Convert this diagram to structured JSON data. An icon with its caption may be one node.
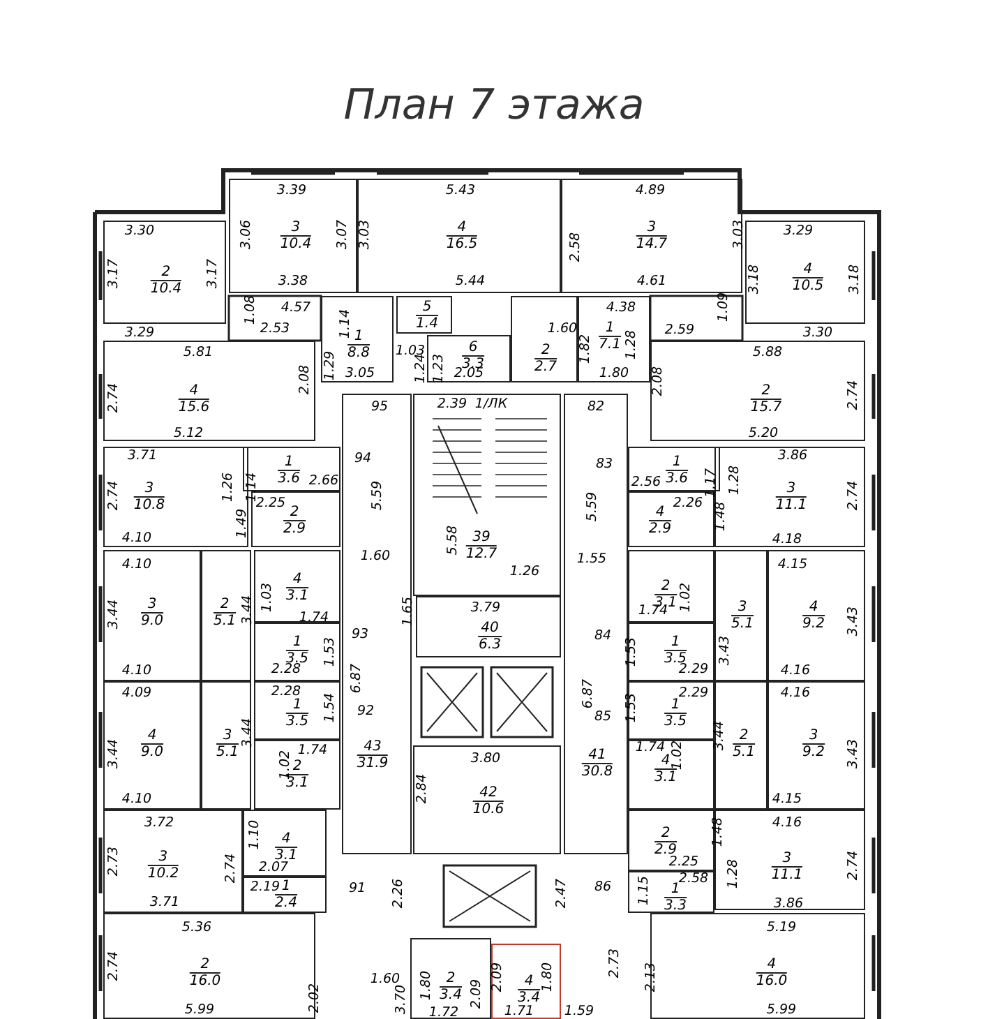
{
  "diagram": {
    "title": "План 7 этажа",
    "nodes": [
      {
        "text": [
          "2",
          "10.4"
        ]
      },
      {
        "text": [
          "3",
          "10.4"
        ]
      },
      {
        "text": [
          "4",
          "16.5"
        ]
      },
      {
        "text": [
          "1",
          "8.8"
        ]
      },
      {
        "text": [
          "5",
          "1.4"
        ]
      },
      {
        "text": [
          "6",
          "3.3"
        ]
      },
      {
        "text": [
          "4",
          "15.6"
        ]
      },
      {
        "text": [
          "3",
          "14.7"
        ]
      },
      {
        "text": [
          "4",
          "10.5"
        ]
      },
      {
        "text": [
          "1",
          "7.1"
        ]
      },
      {
        "text": [
          "2",
          "2.7"
        ]
      },
      {
        "text": [
          "2",
          "15.7"
        ]
      },
      {
        "text": [
          "3",
          "10.8"
        ]
      },
      {
        "text": [
          "1",
          "3.6"
        ]
      },
      {
        "text": [
          "2",
          "2.9"
        ]
      },
      {
        "text": [
          "3",
          "9.0"
        ]
      },
      {
        "text": [
          "2",
          "5.1"
        ]
      },
      {
        "text": [
          "4",
          "3.1"
        ]
      },
      {
        "text": [
          "1",
          "3.5"
        ]
      },
      {
        "text": [
          "4",
          "9.0"
        ]
      },
      {
        "text": [
          "3",
          "5.1"
        ]
      },
      {
        "text": [
          "1",
          "3.5"
        ]
      },
      {
        "text": [
          "2",
          "3.1"
        ]
      },
      {
        "text": [
          "43",
          "31.9"
        ]
      },
      {
        "text": [
          "3",
          "10.2"
        ]
      },
      {
        "text": [
          "4",
          "3.1"
        ]
      },
      {
        "text": [
          "1",
          "2.4"
        ]
      },
      {
        "text": [
          "2",
          "16.0"
        ]
      },
      {
        "text": [
          "39",
          "12.7"
        ]
      },
      {
        "text": [
          "40",
          "6.3"
        ]
      },
      {
        "text": [
          "42",
          "10.6"
        ]
      },
      {
        "text": [
          "2",
          "3.4"
        ]
      },
      {
        "text": [
          "4",
          "3.4"
        ]
      },
      {
        "text": [
          "41",
          "30.8"
        ]
      },
      {
        "text": [
          "1",
          "3.6"
        ]
      },
      {
        "text": [
          "4",
          "2.9"
        ]
      },
      {
        "text": [
          "3",
          "11.1"
        ]
      },
      {
        "text": [
          "2",
          "3.1"
        ]
      },
      {
        "text": [
          "3",
          "5.1"
        ]
      },
      {
        "text": [
          "4",
          "9.2"
        ]
      },
      {
        "text": [
          "1",
          "3.5"
        ]
      },
      {
        "text": [
          "1",
          "3.5"
        ]
      },
      {
        "text": [
          "4",
          "3.1"
        ]
      },
      {
        "text": [
          "2",
          "5.1"
        ]
      },
      {
        "text": [
          "3",
          "9.2"
        ]
      },
      {
        "text": [
          "2",
          "2.9"
        ]
      },
      {
        "text": [
          "3",
          "11.1"
        ]
      },
      {
        "text": [
          "1",
          "3.3"
        ]
      },
      {
        "text": [
          "4",
          "16.0"
        ]
      }
    ],
    "labels": [
      "3.39",
      "5.43",
      "4.89",
      "3.30",
      "3.06",
      "3.07",
      "3.03",
      "2.58",
      "3.03",
      "3.29",
      "3.17",
      "3.17",
      "3.38",
      "5.44",
      "4.61",
      "3.18",
      "3.18",
      "4.57",
      "1.08",
      "4.38",
      "1.09",
      "3.29",
      "2.53",
      "1.14",
      "1.03",
      "1.60",
      "1.82",
      "1.28",
      "2.59",
      "3.30",
      "1.29",
      "3.05",
      "1.24",
      "1.23",
      "2.05",
      "1.80",
      "5.81",
      "5.88",
      "2.08",
      "2.08",
      "2.74",
      "2.74",
      "95",
      "2.39",
      "1/ЛК",
      "82",
      "5.12",
      "5.20",
      "3.71",
      "83",
      "3.86",
      "1.26",
      "1.14",
      "2.66",
      "94",
      "2.56",
      "1.17",
      "1.28",
      "2.74",
      "2.74",
      "2.25",
      "2.26",
      "1.49",
      "1.48",
      "5.59",
      "5.59",
      "4.10",
      "4.18",
      "1.60",
      "5.58",
      "1.26",
      "1.55",
      "4.10",
      "4.15",
      "3.44",
      "1.03",
      "3.44",
      "1.74",
      "1.02",
      "1.74",
      "3.43",
      "3.79",
      "1.65",
      "93",
      "84",
      "1.53",
      "1.53",
      "3.43",
      "2.28",
      "2.29",
      "6.87",
      "6.87",
      "4.10",
      "4.16",
      "4.09",
      "2.28",
      "2.29",
      "4.16",
      "1.54",
      "92",
      "1.53",
      "85",
      "3.44",
      "3.44",
      "1.74",
      "1.74",
      "1.02",
      "1.02",
      "3.44",
      "3.43",
      "3.80",
      "2.84",
      "4.10",
      "4.15",
      "3.72",
      "4.16",
      "1.10",
      "1.48",
      "2.73",
      "2.74",
      "2.74",
      "2.07",
      "2.25",
      "2.19",
      "2.26",
      "2.47",
      "91",
      "86",
      "1.15",
      "2.58",
      "1.28",
      "3.71",
      "3.86",
      "5.36",
      "5.19",
      "2.74",
      "2.02",
      "1.60",
      "3.70",
      "1.80",
      "2.09",
      "2.09",
      "1.80",
      "2.73",
      "2.13",
      "5.99",
      "1.72",
      "1.71",
      "1.59",
      "5.99"
    ]
  }
}
